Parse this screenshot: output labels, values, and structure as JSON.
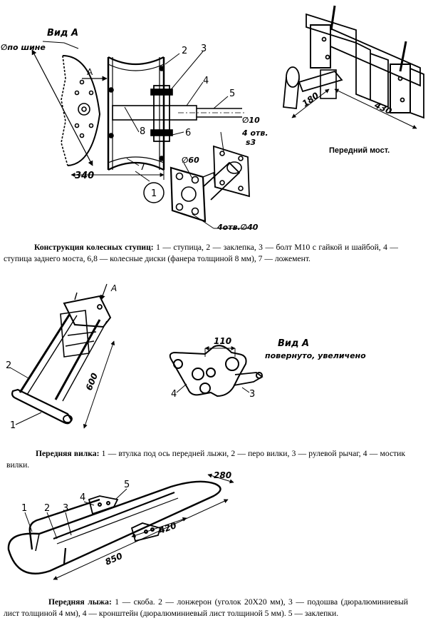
{
  "fig1": {
    "view_a": "Вид А",
    "tire_dia": "∅по шине",
    "arrow_a": "А",
    "dim_340": "340",
    "circle_num": "1",
    "parts": [
      "2",
      "3",
      "4",
      "5",
      "6",
      "7",
      "8"
    ],
    "d10": "∅10",
    "holes4_s3": "4 отв.",
    "s3": "s3",
    "d60": "∅60",
    "holes4_d40": "4отв.∅40"
  },
  "fig_front_axle": {
    "dim_180": "180",
    "dim_430": "430",
    "caption": "Передний мост."
  },
  "caption1": {
    "title": "Конструкция колесных ступиц:",
    "text": " 1 — ступица, 2 — заклепка, 3 — болт М10 с гайкой и шайбой, 4 — ступица заднего моста, 6,8 — колесные диски (фанера толщиной 8 мм), 7 — ложемент."
  },
  "fig_fork": {
    "arrow_a": "А",
    "dim_600": "600",
    "part_1": "1",
    "part_2": "2",
    "dim_110": "110",
    "view_a": "Вид А",
    "view_note": "повернуто, увеличено",
    "part_3": "3",
    "part_4": "4"
  },
  "caption2": {
    "title": "Передняя вилка:",
    "text": " 1 — втулка под ось передней лыжи, 2 — перо вилки, 3 — рулевой рычаг, 4 — мостик вилки."
  },
  "fig_ski": {
    "parts": [
      "1",
      "2",
      "3",
      "4",
      "5"
    ],
    "dim_280": "280",
    "dim_420": "420",
    "dim_850": "850"
  },
  "caption3": {
    "title": "Передняя лыжа:",
    "text": " 1 — скоба. 2 — лонжерон (уголок 20Х20 мм), 3 — подошва (дюралюминиевый лист толщиной 4 мм), 4 — кронштейн (дюралюминиевый лист толщиной 5 мм). 5 — заклепки."
  }
}
